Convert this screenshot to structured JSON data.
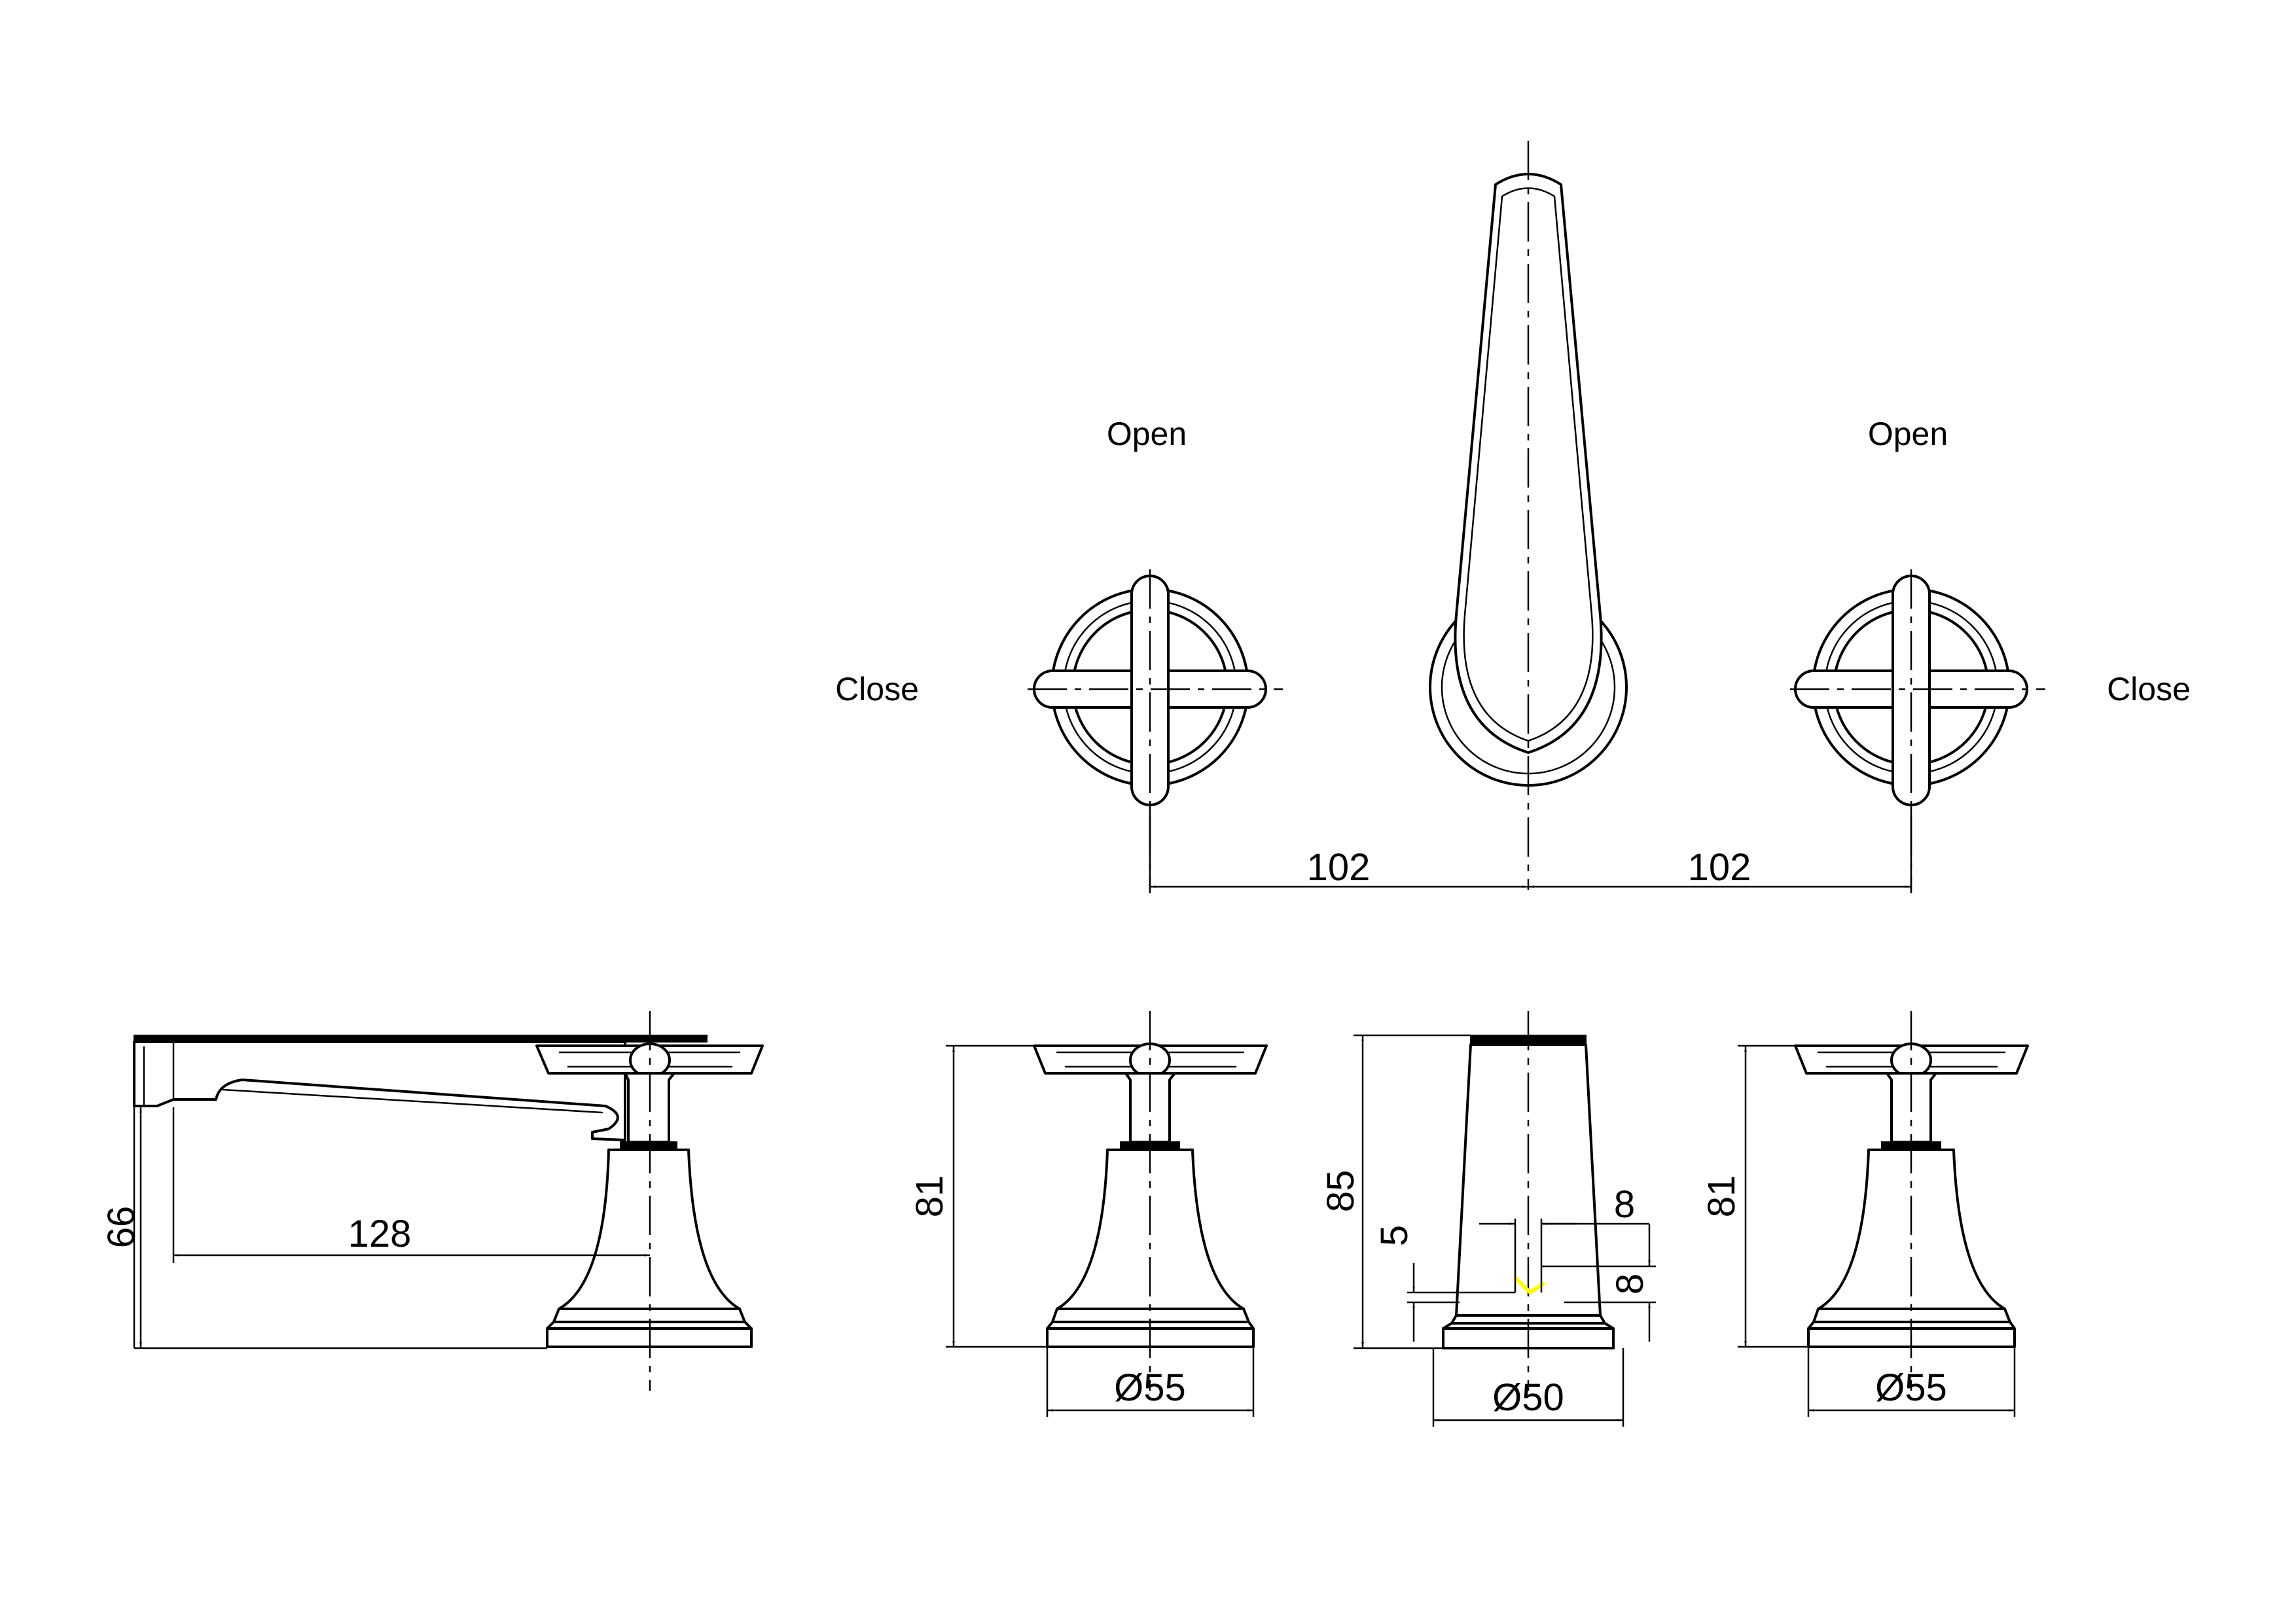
{
  "labels": {
    "open_left": "Open",
    "open_right": "Open",
    "close_left": "Close",
    "close_right": "Close"
  },
  "dimensions": {
    "spacing_left": "102",
    "spacing_right": "102",
    "spout_height": "66",
    "spout_reach": "128",
    "valve_height_left": "81",
    "valve_diameter_left": "Ø55",
    "spout_total_height": "85",
    "spout_diameter": "Ø50",
    "detail_width": "8",
    "detail_offset_5": "5",
    "detail_height_8": "8",
    "valve_height_right": "81",
    "valve_diameter_right": "Ø55"
  },
  "colors": {
    "line": "#000000",
    "background": "#ffffff",
    "highlight_mark": "#ffff00"
  }
}
